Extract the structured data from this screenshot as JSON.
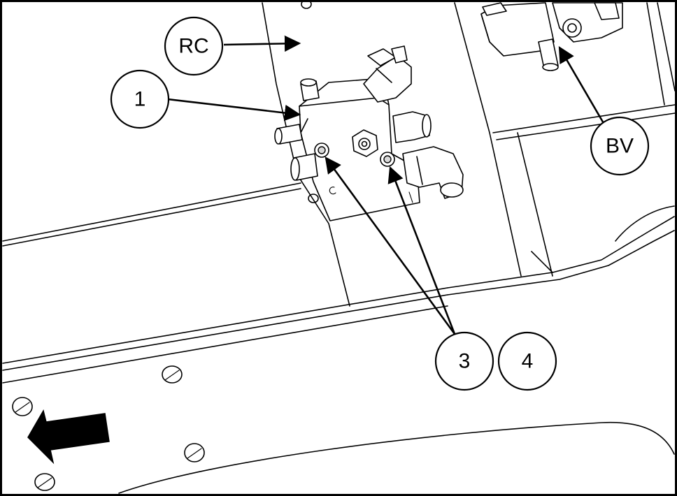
{
  "callouts": {
    "rc": "RC",
    "one": "1",
    "bv": "BV",
    "three": "3",
    "four": "4"
  },
  "colors": {
    "line": "#000000",
    "background": "#ffffff"
  },
  "icons": {
    "direction": "arrow-left-icon"
  }
}
